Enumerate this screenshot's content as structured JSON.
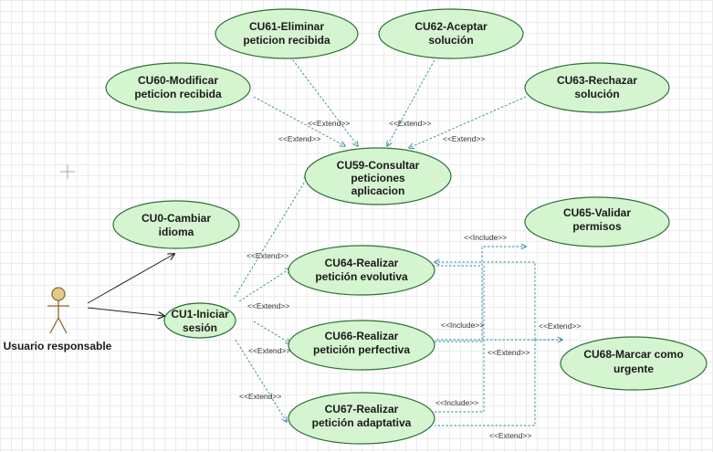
{
  "actor": {
    "name": "Usuario responsable"
  },
  "use_cases": {
    "cu61": [
      "CU61-Eliminar",
      "peticion recibida"
    ],
    "cu62": [
      "CU62-Aceptar",
      "solución"
    ],
    "cu60": [
      "CU60-Modificar",
      "peticion recibida"
    ],
    "cu63": [
      "CU63-Rechazar",
      "solución"
    ],
    "cu59": [
      "CU59-Consultar",
      "peticiones",
      "aplicacion"
    ],
    "cu0": [
      "CU0-Cambiar",
      "idioma"
    ],
    "cu65": [
      "CU65-Validar",
      "permisos"
    ],
    "cu64": [
      "CU64-Realizar",
      "petición evolutiva"
    ],
    "cu1": [
      "CU1-Iniciar",
      "sesión"
    ],
    "cu66": [
      "CU66-Realizar",
      "petición perfectiva"
    ],
    "cu68": [
      "CU68-Marcar como",
      "urgente"
    ],
    "cu67": [
      "CU67-Realizar",
      "petición adaptativa"
    ]
  },
  "stereotypes": {
    "extend": "<<Extend>>",
    "include": "<<Include>>"
  }
}
